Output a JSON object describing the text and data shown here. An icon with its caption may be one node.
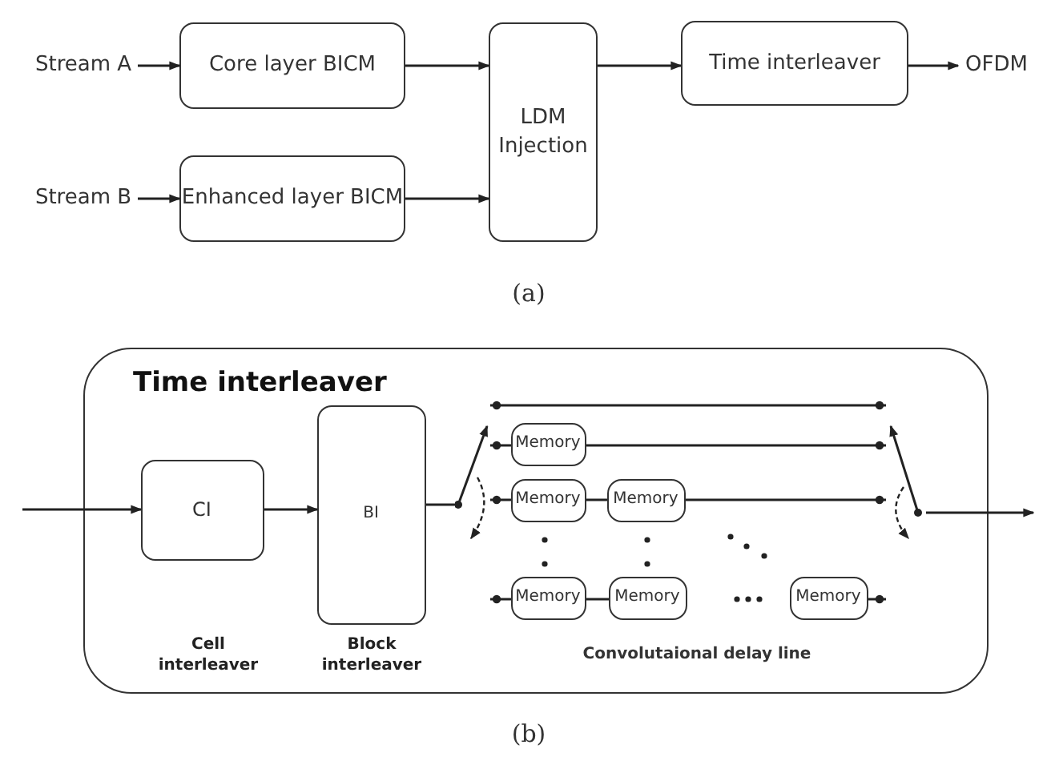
{
  "diagram": {
    "nodes": [
      {
        "text": [
          "Stream A"
        ]
      },
      {
        "text": [
          "Core layer BICM"
        ]
      },
      {
        "text": [
          "Stream B"
        ]
      },
      {
        "text": [
          "Enhanced layer BICM"
        ]
      },
      {
        "text": [
          "LDM Injection"
        ]
      },
      {
        "text": [
          "Time interleaver"
        ]
      },
      {
        "text": [
          "OFDM"
        ]
      },
      {
        "text": [
          "Time interleaver"
        ]
      },
      {
        "text": [
          "CI"
        ],
        "in": 7
      },
      {
        "text": [
          "BI"
        ],
        "in": 7
      },
      {
        "text": [],
        "shape": "switch",
        "in": 7
      },
      {
        "text": [
          "Memory"
        ],
        "in": 7
      },
      {
        "text": [
          "Memory"
        ],
        "in": 7
      },
      {
        "text": [
          "Memory"
        ],
        "in": 7
      },
      {
        "text": [
          "Memory"
        ],
        "in": 7
      },
      {
        "text": [
          "Memory"
        ],
        "in": 7
      },
      {
        "text": [
          "Memory"
        ],
        "in": 7
      },
      {
        "text": [],
        "shape": "switch",
        "in": 7
      }
    ],
    "edges": [
      {
        "from": 0,
        "to": 1,
        "arrow": "to"
      },
      {
        "from": 2,
        "to": 3,
        "arrow": "to"
      },
      {
        "from": 1,
        "to": 4,
        "arrow": "to"
      },
      {
        "from": 3,
        "to": 4,
        "arrow": "to"
      },
      {
        "from": 4,
        "to": 5,
        "arrow": "to"
      },
      {
        "from": 5,
        "to": 6,
        "arrow": "to"
      },
      {
        "from": null,
        "to": 8,
        "arrow": "to"
      },
      {
        "from": 8,
        "to": 9,
        "arrow": "to"
      },
      {
        "from": 9,
        "to": 10,
        "arrow": "none"
      },
      {
        "from": 10,
        "to": 17,
        "arrow": "other"
      },
      {
        "from": 10,
        "to": 11,
        "arrow": "other"
      },
      {
        "from": 11,
        "to": 17,
        "arrow": "other"
      },
      {
        "from": 10,
        "to": 12,
        "arrow": "other"
      },
      {
        "from": 12,
        "to": 13,
        "arrow": "none"
      },
      {
        "from": 13,
        "to": 17,
        "arrow": "other"
      },
      {
        "from": null,
        "to": 14,
        "arrow": "other"
      },
      {
        "from": 14,
        "to": 15,
        "arrow": "none"
      },
      {
        "from": 16,
        "to": null,
        "arrow": "other"
      },
      {
        "from": 17,
        "to": null,
        "arrow": "to"
      }
    ],
    "labels": [
      "(a)",
      "Cell interleaver",
      "Block interleaver",
      "Convolutaional delay line",
      "(b)"
    ]
  }
}
